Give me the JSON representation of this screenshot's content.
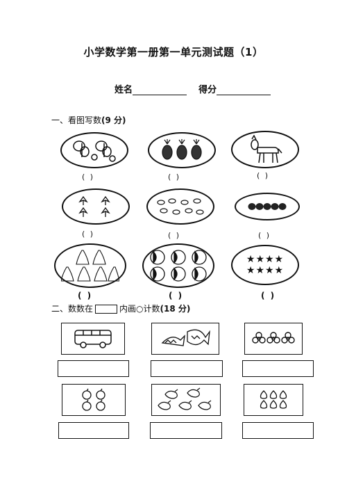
{
  "title": "小学数学第一册第一单元测试题（1）",
  "name_label": "姓名",
  "score_label": "得分",
  "section1": {
    "prefix": "一、看图写数",
    "points": "(9 分)"
  },
  "section2": {
    "prefix": "二、数数在",
    "middle": "内画○计数",
    "points": "(18 分)"
  },
  "paren": "(    )",
  "icons": {
    "r1c1": "butterfly-icon",
    "r1c2": "pineapple-icon",
    "r1c3": "donkey-icon",
    "r2c1": "flower-bud-icon",
    "r2c2": "small-animal-icon",
    "r2c3": "bead-icon",
    "r3c1": "bell-icon",
    "r3c2": "ball-icon",
    "r3c3": "star-icon",
    "s2r1c1": "bus-icon",
    "s2r1c2": "fish-icon",
    "s2r1c3": "flower-icon",
    "s2r2c1": "apple-icon",
    "s2r2c2": "chicken-icon",
    "s2r2c3": "peach-icon"
  },
  "stars": "★★★★",
  "colors": {
    "ink": "#111111"
  }
}
